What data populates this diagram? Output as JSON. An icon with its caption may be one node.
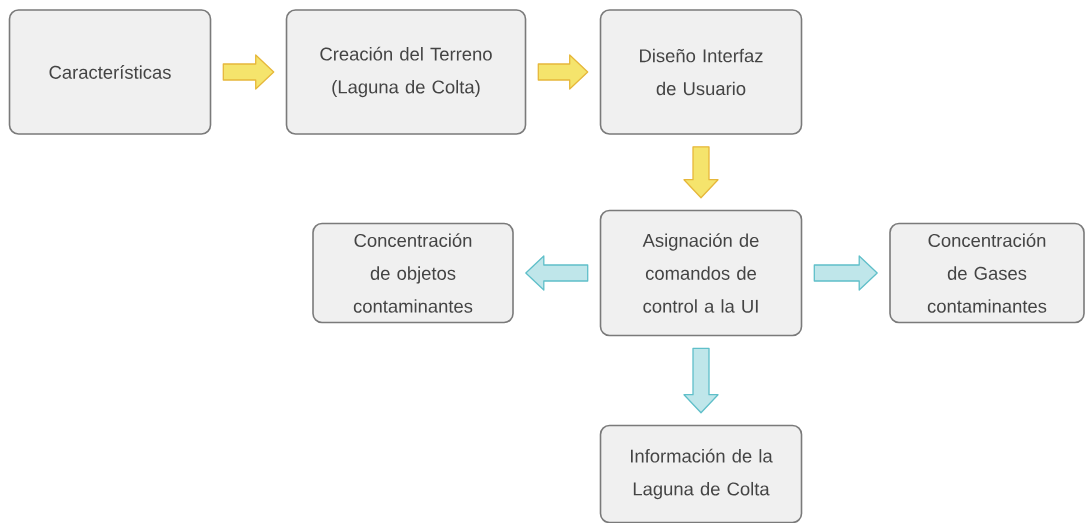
{
  "diagram": {
    "nodes": [
      {
        "text": [
          "Características"
        ]
      },
      {
        "text": [
          "Creación del Terreno (Laguna de Colta)"
        ]
      },
      {
        "text": [
          "Diseño Interfaz de Usuario"
        ]
      },
      {
        "text": [
          "Asignación de comandos de control a la UI"
        ]
      },
      {
        "text": [
          "Concentración de objetos contaminantes"
        ]
      },
      {
        "text": [
          "Concentración de Gases contaminantes"
        ]
      },
      {
        "text": [
          "Información de la Laguna de Colta"
        ]
      }
    ],
    "edges": [
      {
        "from": 0,
        "to": 1,
        "arrow": "to",
        "color": "#f5e46c"
      },
      {
        "from": 1,
        "to": 2,
        "arrow": "to",
        "color": "#f5e46c"
      },
      {
        "from": 2,
        "to": 3,
        "arrow": "to",
        "color": "#f5e46c"
      },
      {
        "from": 3,
        "to": 4,
        "arrow": "to"
      },
      {
        "from": 3,
        "to": 5,
        "arrow": "to"
      },
      {
        "from": 3,
        "to": 6,
        "arrow": "to"
      }
    ]
  }
}
